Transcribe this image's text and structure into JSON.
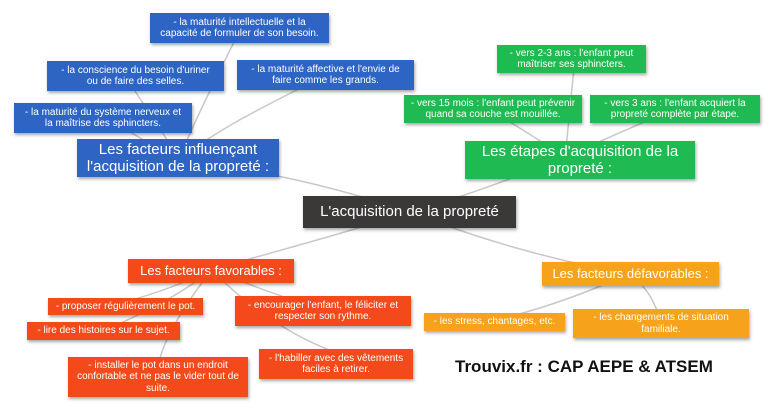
{
  "diagram": {
    "center": "L'acquisition de la propreté",
    "facteurs_influencant": {
      "label": "Les facteurs influençant\nl'acquisition de la propreté :",
      "items": [
        "- la maturité intellectuelle et la\ncapacité de formuler de son besoin.",
        "- la conscience du besoin d'uriner\nou de faire des selles.",
        "- la maturité affective et l'envie de\nfaire comme les grands.",
        "- la maturité du système nerveux et\nla maîtrise des sphincters."
      ]
    },
    "etapes": {
      "label": "Les étapes d'acquisition de la\npropreté :",
      "items": [
        "- vers 2-3 ans : l'enfant peut\nmaîtriser ses sphincters.",
        "- vers 15 mois : l'enfant peut prévenir\nquand sa couche est mouillée.",
        "- vers 3 ans : l'enfant acquiert la\npropreté complète par étape."
      ]
    },
    "favorables": {
      "label": "Les facteurs favorables :",
      "items": [
        "- proposer régulièrement le pot.",
        "- lire des histoires sur le sujet.",
        "- installer le pot dans un endroit\nconfortable et ne pas le vider tout de\nsuite.",
        "- encourager l'enfant, le féliciter et\nrespecter son rythme.",
        "- l'habiller avec des vêtements\nfaciles à retirer."
      ]
    },
    "defavorables": {
      "label": "Les facteurs défavorables :",
      "items": [
        "- les stress, chantages, etc.",
        "- les changements de situation\nfamiliale."
      ]
    }
  },
  "brand": "Trouvix.fr : CAP AEPE & ATSEM",
  "colors": {
    "facteurs_influencant": "#2e64c4",
    "etapes": "#1fbb52",
    "favorables": "#f44a1b",
    "defavorables": "#f7a21b",
    "center": "#3b3838",
    "links": "#c8c8c8"
  }
}
